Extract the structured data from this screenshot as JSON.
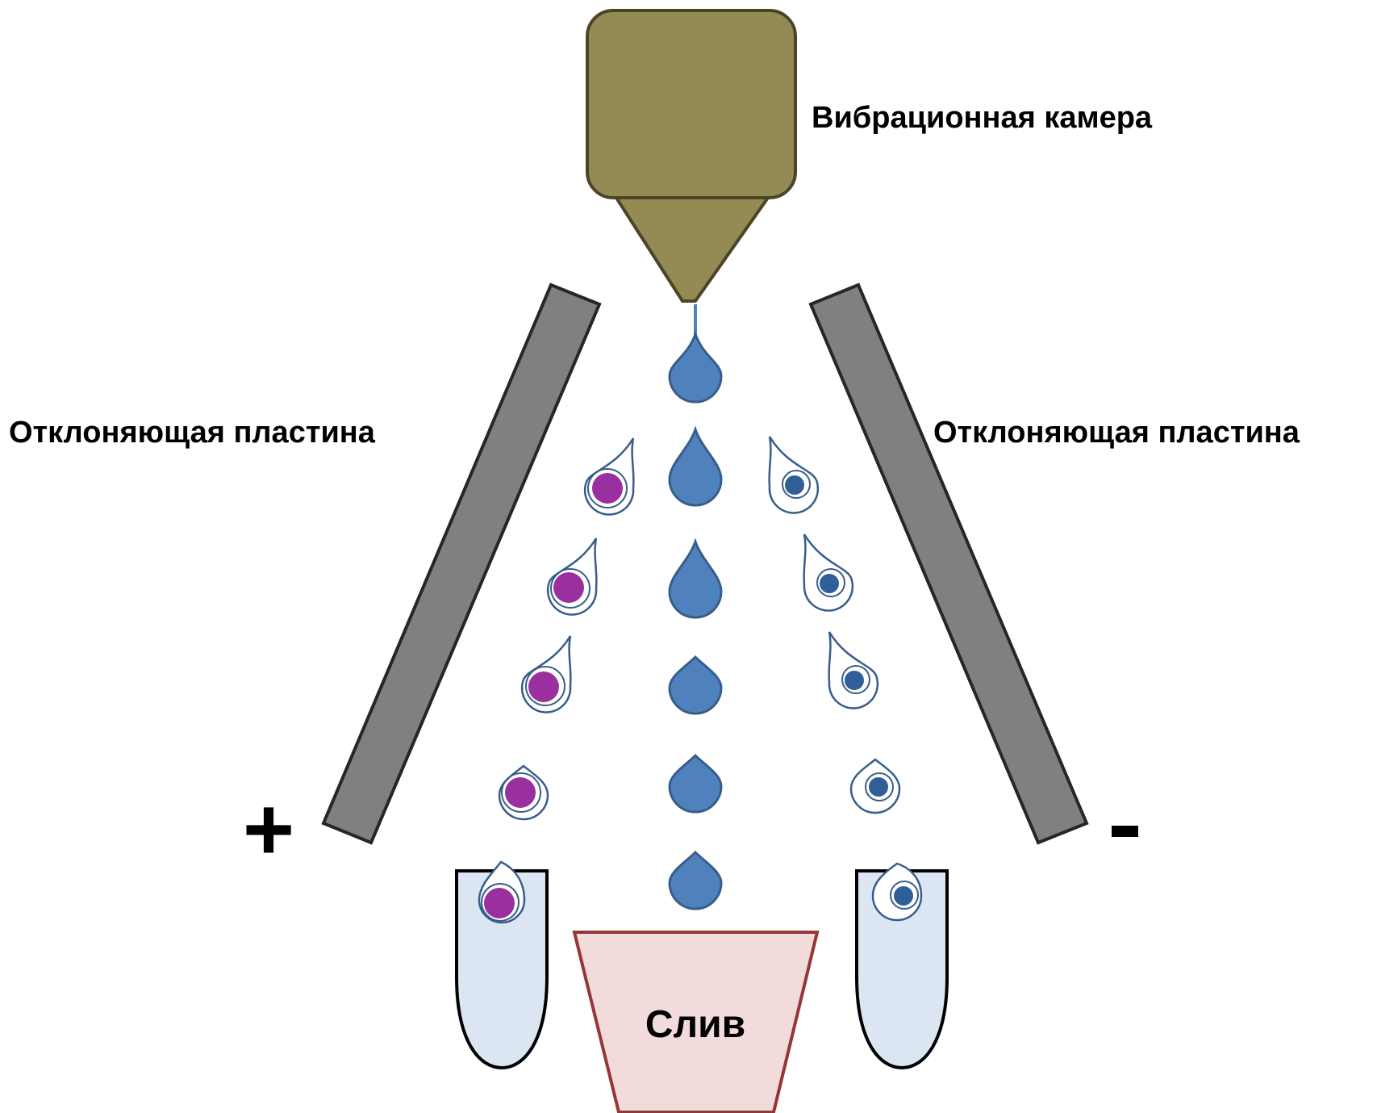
{
  "labels": {
    "chamber": "Вибрационная камера",
    "plate_left": "Отклоняющая пластина",
    "plate_right": "Отклоняющая пластина",
    "plus": "+",
    "minus": "-",
    "drain": "Слив"
  },
  "colors": {
    "chamber_fill": "#948a54",
    "chamber_stroke": "#4a4526",
    "plate_fill": "#808080",
    "plate_stroke": "#262626",
    "drop_fill": "#4f81bd",
    "drop_stroke": "#385d8a",
    "cell_positive": "#9a2fa0",
    "cell_negative": "#2f5f96",
    "tube_fill": "#dce6f2",
    "drain_fill": "#f2dcdb",
    "drain_stroke": "#953735"
  }
}
